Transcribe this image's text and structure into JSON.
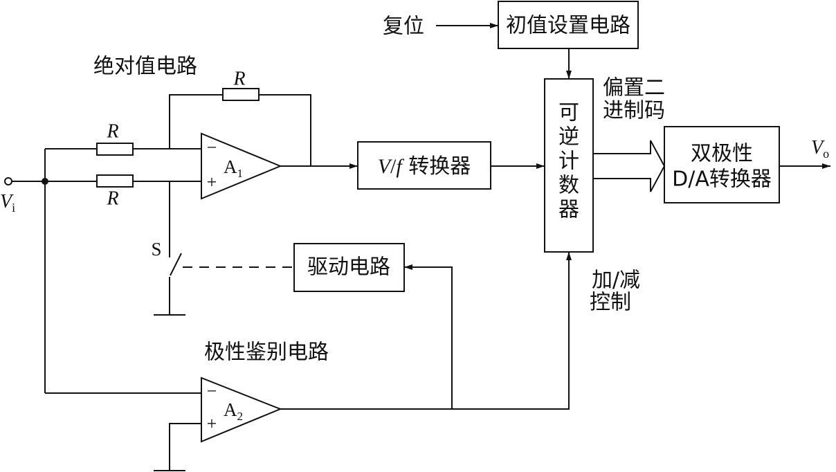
{
  "blocks": {
    "reset_label": "复位",
    "init_circuit": "初值设置电路",
    "abs_circuit": "绝对值电路",
    "bias_binary_line1": "偏置二",
    "bias_binary_line2": "进制码",
    "counter": [
      "可",
      "逆",
      "计",
      "数",
      "器"
    ],
    "da_line1": "双极性",
    "da_line2": "D/A转换器",
    "vf_converter": {
      "v": "V",
      "slash": "/",
      "f": "f",
      "rest": " 转换器"
    },
    "driver": "驱动电路",
    "updown_line1": "加/减",
    "updown_line2": "控制",
    "polarity": "极性鉴别电路"
  },
  "components": {
    "r_feedback": "R",
    "r_upper": "R",
    "r_lower": "R",
    "opamp1": {
      "name": "A",
      "sub": "1",
      "minus": "−",
      "plus": "+"
    },
    "opamp2": {
      "name": "A",
      "sub": "2",
      "minus": "−",
      "plus": "+"
    },
    "switch": "S",
    "vi": {
      "main": "V",
      "sub": "i"
    },
    "vo": {
      "main": "V",
      "sub": "o"
    }
  }
}
